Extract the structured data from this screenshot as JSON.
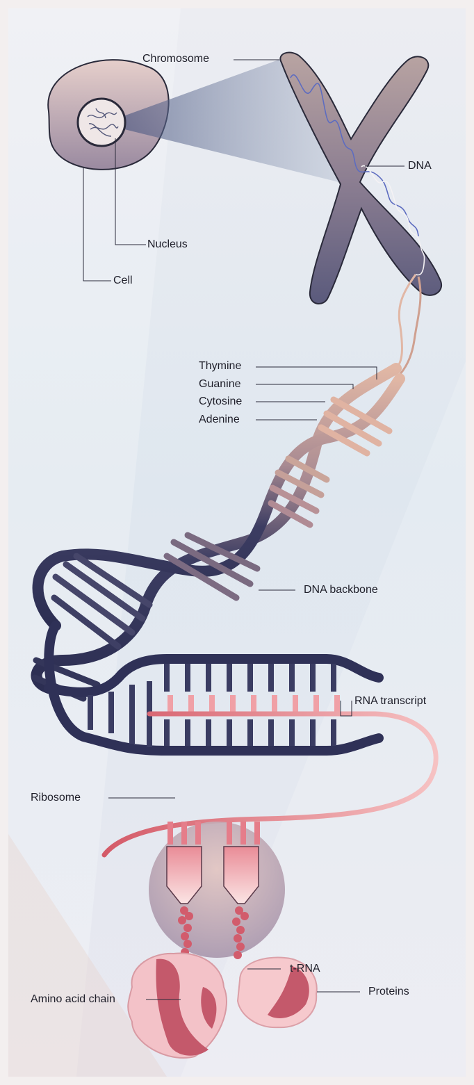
{
  "labels": {
    "chromosome": "Chromosome",
    "dna": "DNA",
    "nucleus": "Nucleus",
    "cell": "Cell",
    "thymine": "Thymine",
    "guanine": "Guanine",
    "cytosine": "Cytosine",
    "adenine": "Adenine",
    "dna_backbone": "DNA backbone",
    "rna_transcript": "RNA transcript",
    "ribosome": "Ribosome",
    "trna": "t-RNA",
    "amino_acid_chain": "Amino acid chain",
    "proteins": "Proteins"
  },
  "colors": {
    "background": "#e4eaf1",
    "border": "#f3efef",
    "chromosome": "#8f8090",
    "chromosome_dark": "#55597a",
    "dna_light": "#dcb4a4",
    "dna_mid": "#8a7488",
    "dna_dark": "#34365a",
    "rna": "#f0a0a6",
    "rna_dark": "#d0606e",
    "ribosome": "#c9b5bf",
    "protein_dark": "#c4596b",
    "protein_light": "#f2b9c0",
    "outline": "#2a2a3a"
  }
}
